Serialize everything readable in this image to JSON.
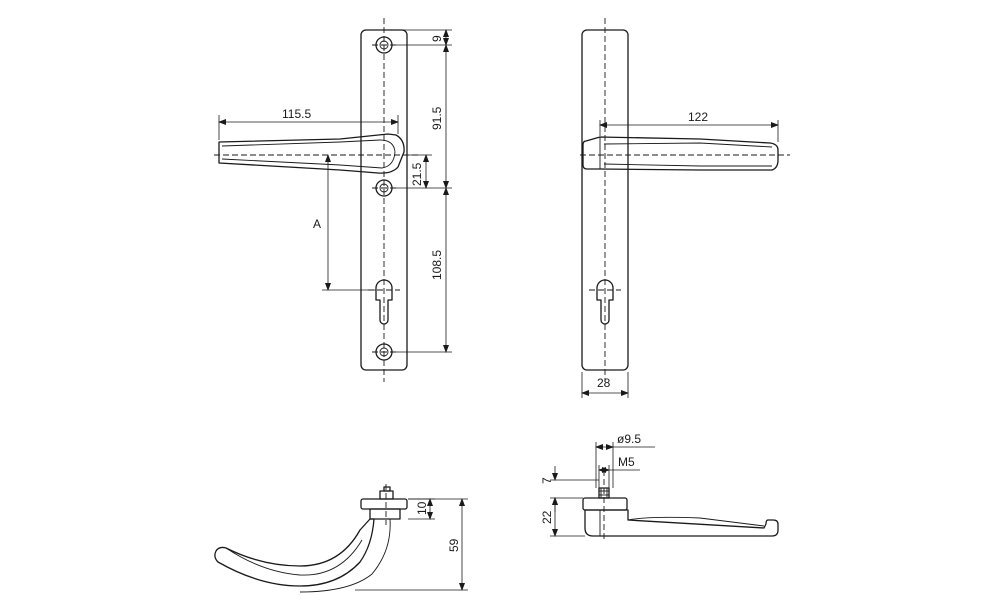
{
  "labels": {
    "front_handle_length": "115.5",
    "front_top_screw": "9",
    "front_screw_to_handle": "91.5",
    "front_handle_to_screw": "21.5",
    "front_screw_to_bottom_screw": "108.5",
    "front_backset": "A",
    "back_handle_length": "122",
    "back_plate_width": "28",
    "side_rose_height": "10",
    "side_total_height": "59",
    "bottom_spindle_diameter": "ø9.5",
    "bottom_thread": "M5",
    "bottom_spindle_length": "7",
    "bottom_rose_height": "22"
  }
}
